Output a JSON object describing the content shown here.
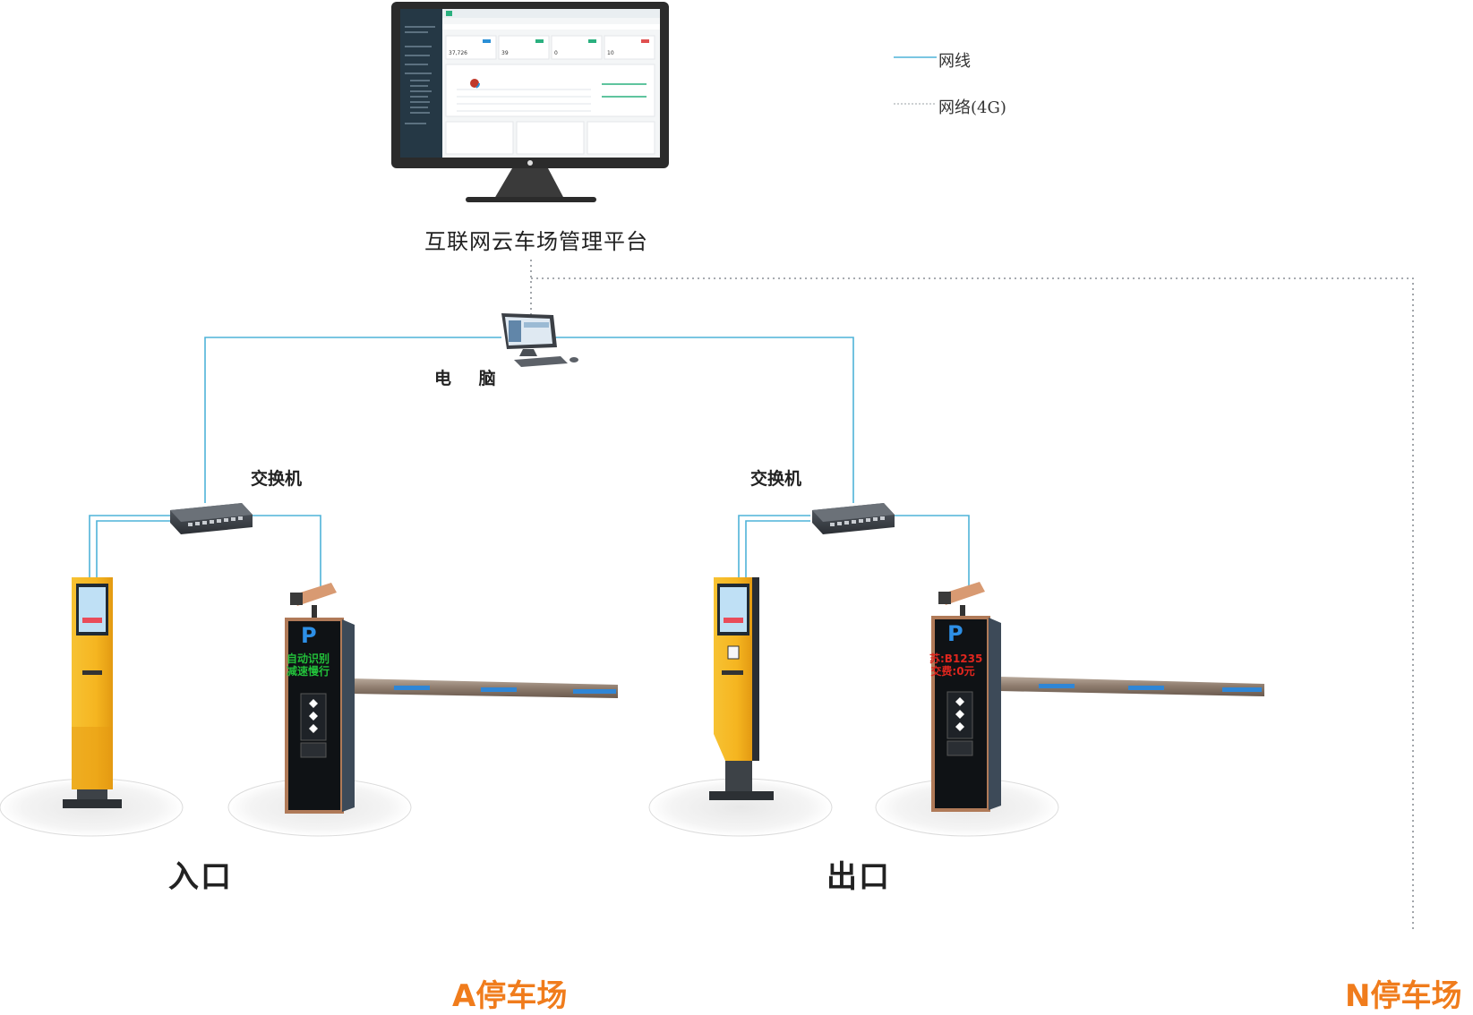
{
  "legend": {
    "network_cable": "网线",
    "network_4g": "网络(4G)"
  },
  "platform": {
    "title": "互联网云车场管理平台",
    "stats": [
      "37,726",
      "39",
      "0",
      "10"
    ]
  },
  "pc": {
    "label": "电 脑"
  },
  "switches": {
    "a_label": "交换机",
    "b_label": "交换机"
  },
  "gates": {
    "entrance": "入口",
    "exit": "出口"
  },
  "led": {
    "entrance_line1": "自动识别",
    "entrance_line2": "减速慢行",
    "exit_line1": "苏:B1235",
    "exit_line2": "交费:0元"
  },
  "parking_sign": "P",
  "lots": {
    "a": "A停车场",
    "n": "N停车场"
  },
  "colors": {
    "cable": "#4fb3d9",
    "lot_label": "#f07c1c",
    "kiosk_yellow": "#f5b520",
    "barrier_accent": "#2f86d6",
    "entrance_led": "#22c03a",
    "exit_led": "#e0261e"
  }
}
